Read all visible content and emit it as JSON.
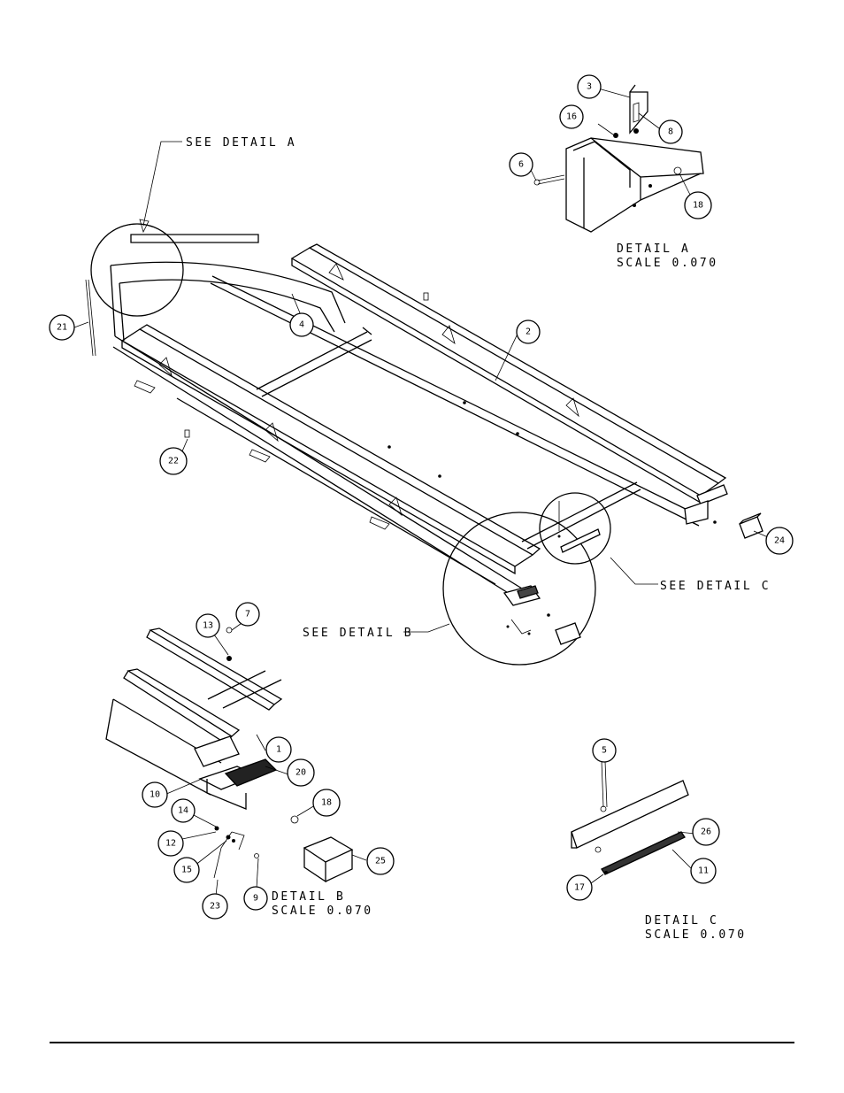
{
  "callouts": {
    "see_detail_a": "SEE DETAIL  A",
    "see_detail_b": "SEE DETAIL  B",
    "see_detail_c": "SEE DETAIL  C"
  },
  "details": {
    "a": {
      "title": "DETAIL  A",
      "scale": "SCALE  0.070"
    },
    "b": {
      "title": "DETAIL  B",
      "scale": "SCALE  0.070"
    },
    "c": {
      "title": "DETAIL  C",
      "scale": "SCALE  0.070"
    }
  },
  "part_numbers": [
    "1",
    "2",
    "3",
    "4",
    "5",
    "6",
    "7",
    "8",
    "9",
    "10",
    "11",
    "12",
    "13",
    "14",
    "15",
    "16",
    "17",
    "18",
    "20",
    "21",
    "22",
    "23",
    "24",
    "25",
    "26"
  ],
  "bubbles": {
    "b3": "3",
    "b16": "16",
    "b8": "8",
    "b6": "6",
    "b18a": "18",
    "b21": "21",
    "b4": "4",
    "b2": "2",
    "b22": "22",
    "b24": "24",
    "b13": "13",
    "b7": "7",
    "b1": "1",
    "b20": "20",
    "b10": "10",
    "b18b": "18",
    "b14": "14",
    "b12": "12",
    "b15": "15",
    "b25": "25",
    "b23": "23",
    "b9": "9",
    "b5": "5",
    "b26": "26",
    "b11": "11",
    "b17": "17"
  }
}
